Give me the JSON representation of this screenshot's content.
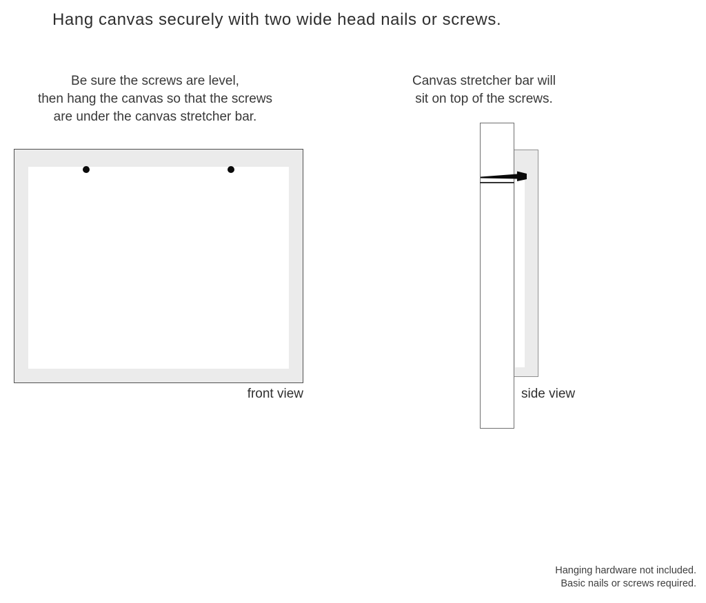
{
  "title": "Hang canvas securely with two wide head nails or screws.",
  "instructions": {
    "left": {
      "line1": "Be sure the screws are level,",
      "line2": "then hang the canvas so that the screws",
      "line3": "are under the canvas stretcher bar."
    },
    "right": {
      "line1": "Canvas stretcher bar will",
      "line2": "sit on top of the screws."
    }
  },
  "diagrams": {
    "front": {
      "label": "front view",
      "screw_count": 2
    },
    "side": {
      "label": "side view"
    }
  },
  "footer": {
    "line1": "Hanging hardware not included.",
    "line2": "Basic nails or screws required."
  },
  "colors": {
    "canvas_gray": "#ebebeb",
    "border_dark": "#4f4f4f",
    "border_mid": "#6e6e6e",
    "border_light": "#8f8f8f",
    "text_color": "#383838",
    "nail_black": "#0a0a0a"
  }
}
